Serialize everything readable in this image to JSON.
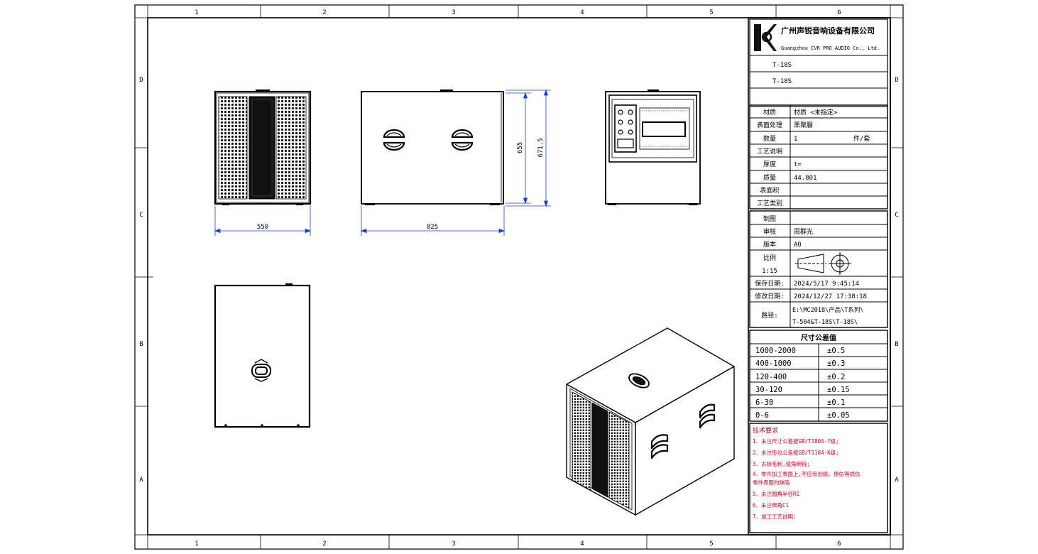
{
  "frame": {
    "columns": [
      "1",
      "2",
      "3",
      "4",
      "5",
      "6"
    ],
    "rows": [
      "D",
      "C",
      "B",
      "A"
    ]
  },
  "title_block": {
    "company_cn": "广州声锐音响设备有限公司",
    "company_en": "Guangzhou CVR PRO AUDIO Co., Ltd.",
    "part_name": "T-18S",
    "part_number": "T-18S",
    "fields": [
      {
        "label": "材质",
        "value": "材质 <未指定>",
        "extra": ""
      },
      {
        "label": "表面处理",
        "value": "黑聚脲",
        "extra": ""
      },
      {
        "label": "数量",
        "value": "1",
        "extra": "件/套"
      },
      {
        "label": "工艺说明",
        "value": "",
        "extra": ""
      },
      {
        "label": "厚度",
        "value": "t=",
        "extra": ""
      },
      {
        "label": "质量",
        "value": "44.801",
        "extra": ""
      },
      {
        "label": "表面积",
        "value": "",
        "extra": ""
      },
      {
        "label": "工艺类别",
        "value": "",
        "extra": ""
      }
    ],
    "approvals": [
      {
        "label": "制图",
        "value": ""
      },
      {
        "label": "审核",
        "value": "周群光"
      },
      {
        "label": "版本",
        "value": "A0"
      }
    ],
    "scale_label": "比例",
    "scale_value": "1:15",
    "save_date_label": "保存日期:",
    "save_date": "2024/5/17 9:45:14",
    "modify_date_label": "修改日期:",
    "modify_date": "2024/12/27 17:38:18",
    "path_label": "路径:",
    "path_line1": "E:\\MC2018\\产品\\T系列\\",
    "path_line2": "T-504&T-18S\\T-18S\\"
  },
  "tolerance_table": {
    "title": "尺寸公差值",
    "rows": [
      {
        "range": "1000-2000",
        "tol": "±0.5"
      },
      {
        "range": "400-1000",
        "tol": "±0.3"
      },
      {
        "range": "120-400",
        "tol": "±0.2"
      },
      {
        "range": "30-120",
        "tol": "±0.15"
      },
      {
        "range": "6-30",
        "tol": "±0.1"
      },
      {
        "range": "0-6",
        "tol": "±0.05"
      }
    ]
  },
  "tech_requirements": {
    "title": "技术要求",
    "items": [
      "1、未注尺寸公差按GB/T1804-f级;",
      "2、未注形位公差按GB/T1184-K级;",
      "3、去除毛刺,锐角倒钝;",
      "4、零件加工表面上,不应有划痕、擦伤等损伤",
      "零件表面的缺陷",
      "5、未注圆角半径R1",
      "6、未注倒角C1",
      "7、加工工艺说明:"
    ]
  },
  "dimensions": {
    "front_width": "550",
    "side_width": "825",
    "side_height_inner": "655",
    "side_height_outer": "671.5"
  }
}
